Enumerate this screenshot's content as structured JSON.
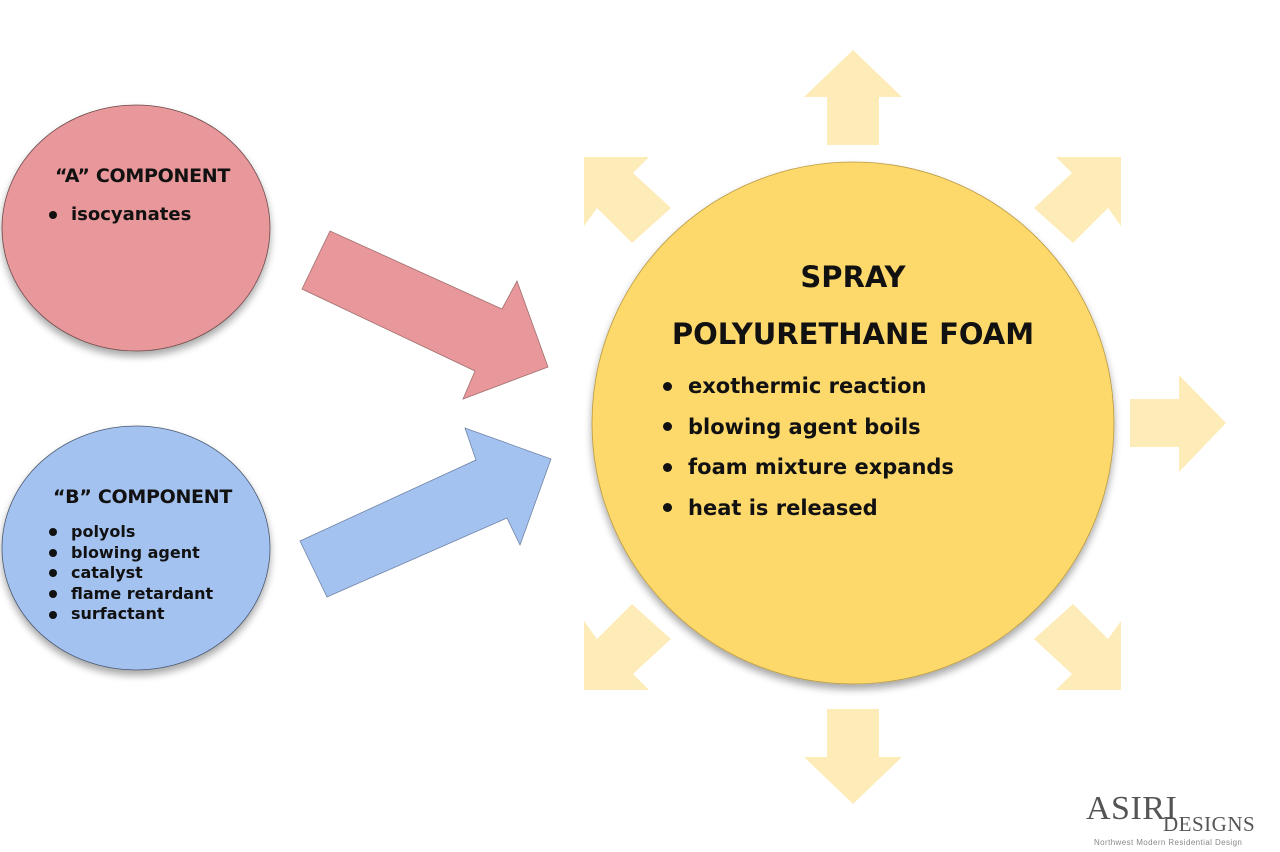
{
  "diagram": {
    "colors": {
      "component_a": "#E8979A",
      "component_b": "#A4C2F0",
      "foam_circle": "#FDD86B",
      "radiating_arrows": "#FDEBB8",
      "text": "#111111",
      "logo": "#555555"
    },
    "component_a": {
      "title": "“A” COMPONENT",
      "items": [
        "isocyanates"
      ]
    },
    "component_b": {
      "title": "“B” COMPONENT",
      "items": [
        "polyols",
        "blowing agent",
        "catalyst",
        "flame retardant",
        "surfactant"
      ]
    },
    "result": {
      "title_line1": "SPRAY",
      "title_line2": "POLYURETHANE FOAM",
      "items": [
        "exothermic reaction",
        "blowing agent boils",
        "foam mixture expands",
        "heat is released"
      ]
    },
    "flow": [
      {
        "from": "component_a",
        "to": "result",
        "arrow_color": "#E8979A"
      },
      {
        "from": "component_b",
        "to": "result",
        "arrow_color": "#A4C2F0"
      }
    ],
    "radiating_arrow_directions": [
      "up",
      "up-right",
      "right",
      "down-right",
      "down",
      "down-left",
      "up-left"
    ]
  },
  "logo": {
    "name_big": "ASIRI",
    "name_small": "DESIGNS",
    "tagline": "Northwest  Modern  Residential  Design"
  }
}
